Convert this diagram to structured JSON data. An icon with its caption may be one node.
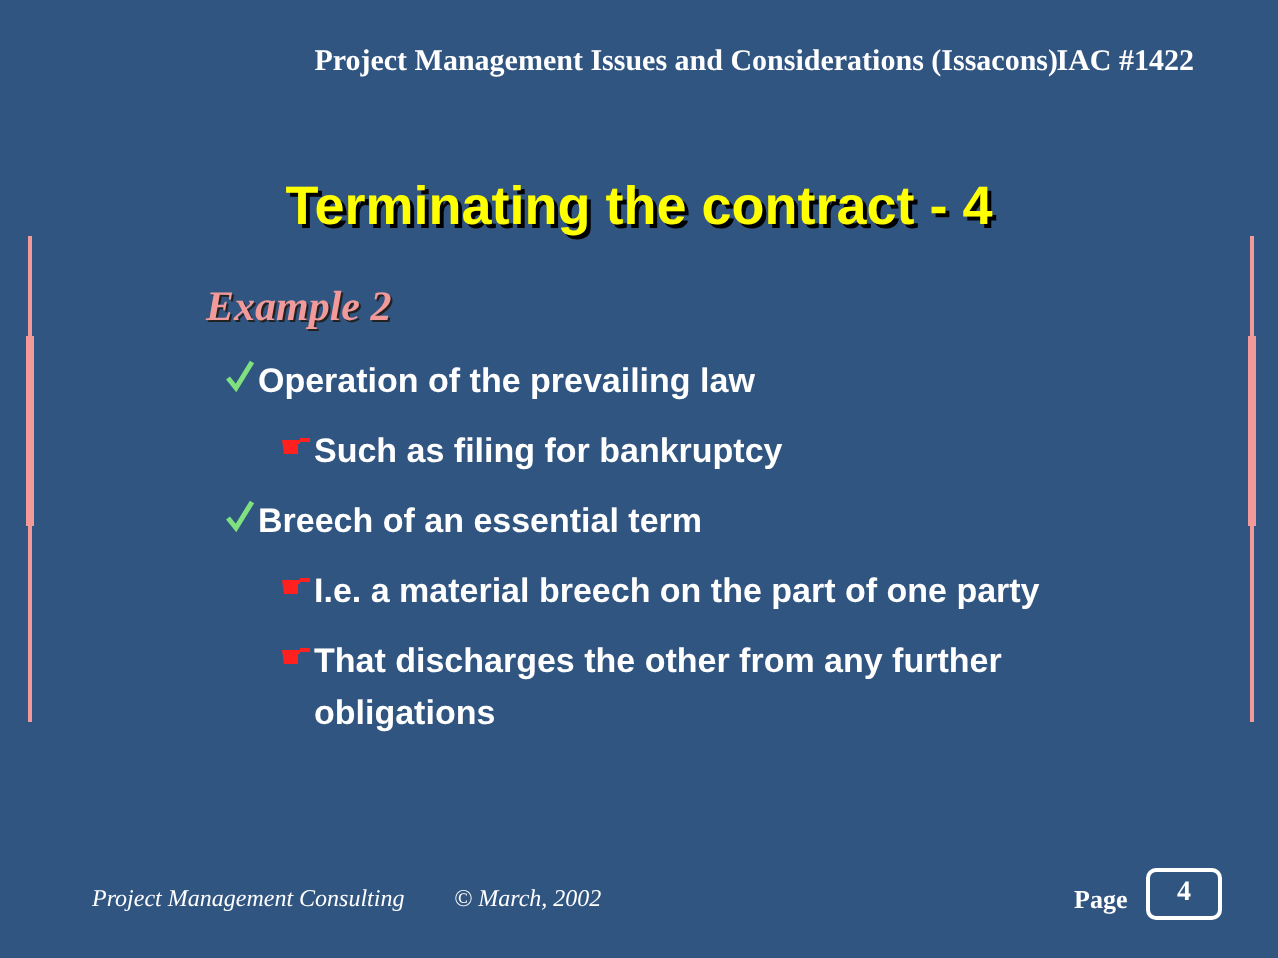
{
  "diagram": {
    "title": "Terminating the contract - 4",
    "nodes": [
      {
        "text": [
          "4"
        ]
      }
    ],
    "labels": [
      "Project Management Issues and Considerations (Issacons)",
      "IAC #1422",
      "Example 2",
      "Operation of the prevailing law",
      "Such as filing for bankruptcy",
      "Breech of an essential term",
      "I.e. a material breech on the part of one party",
      "That discharges the other from any further obligations",
      "Project Management Consulting",
      "© March, 2002",
      "Page"
    ]
  }
}
